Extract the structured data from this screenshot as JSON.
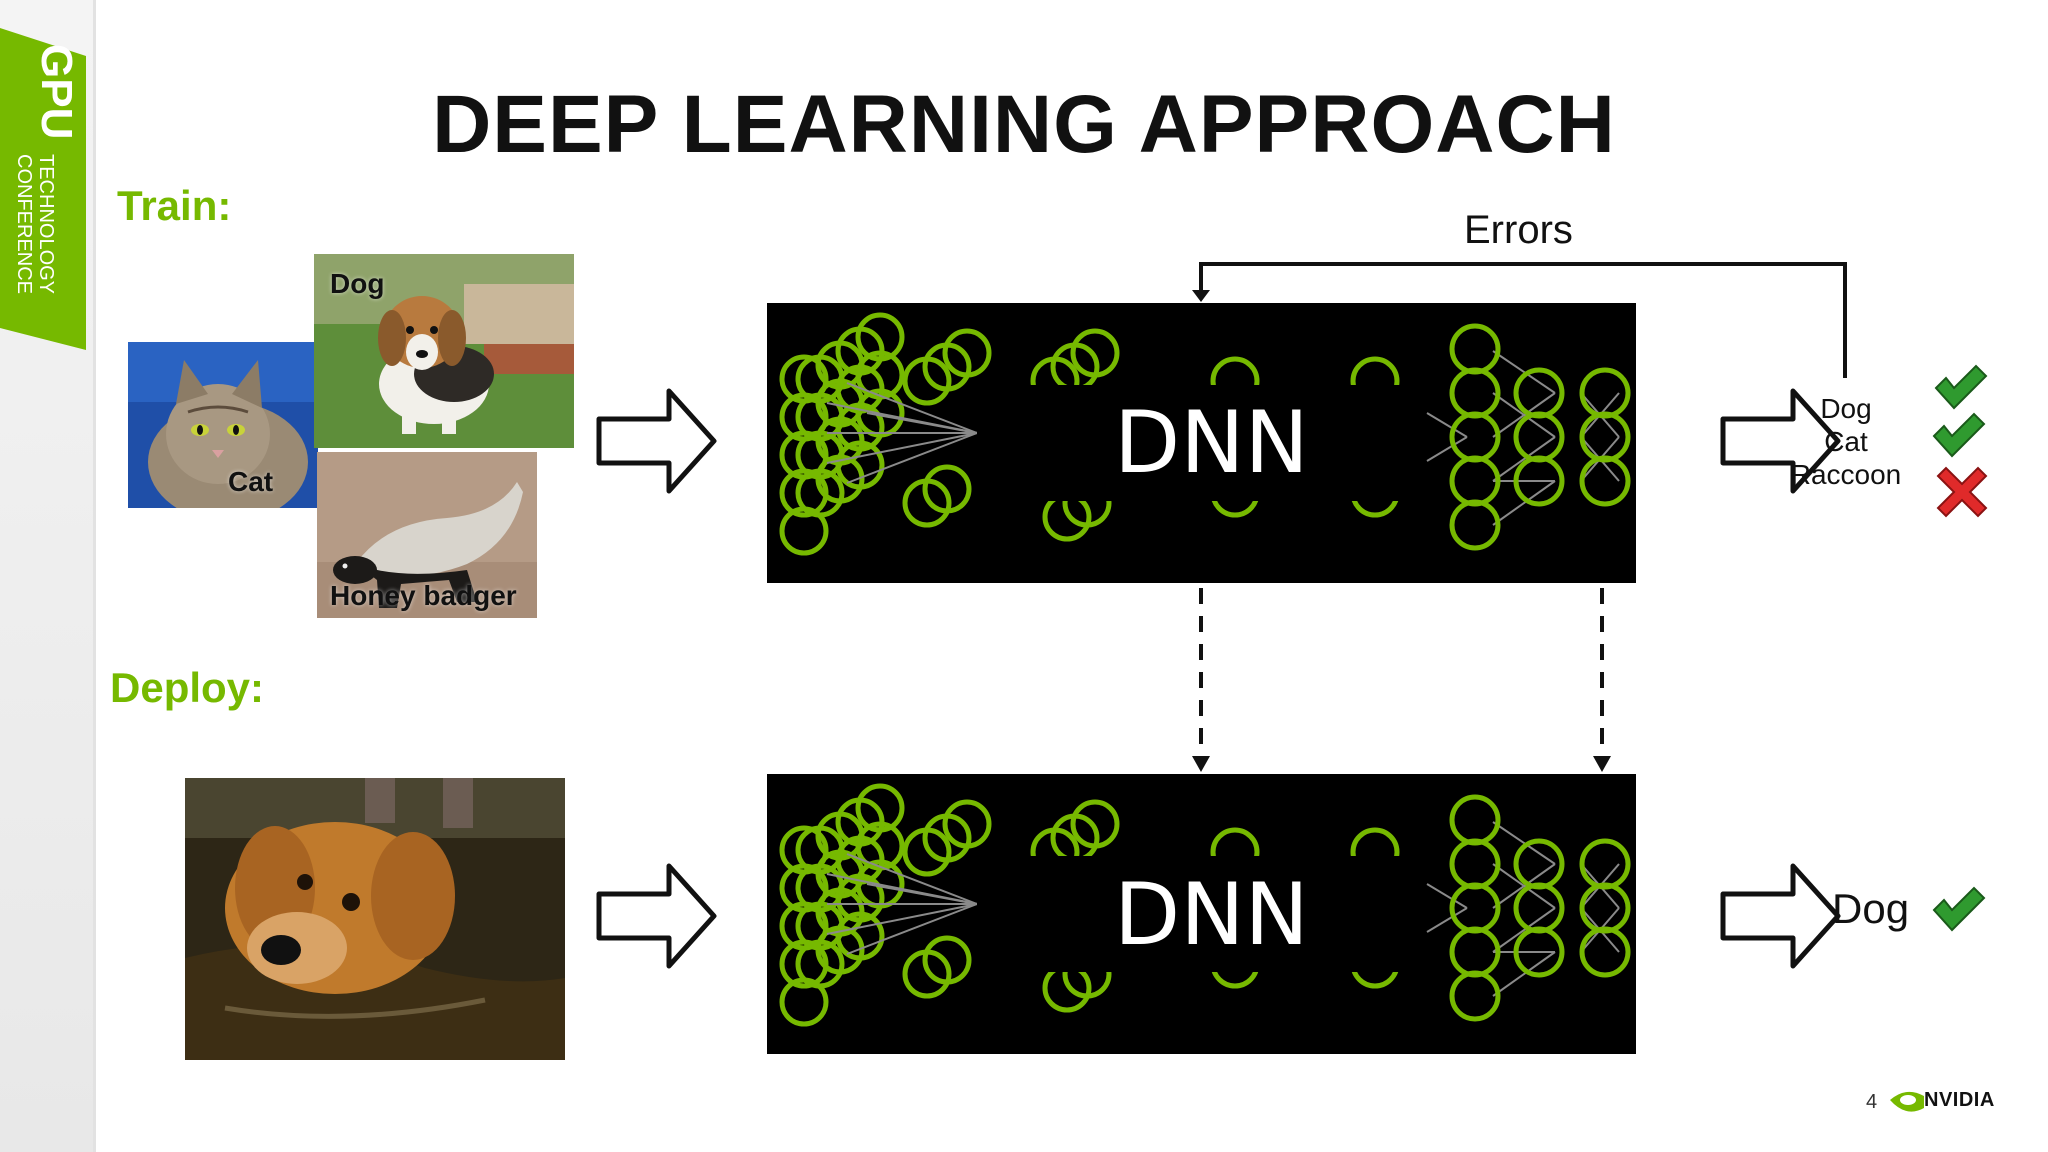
{
  "branding": {
    "event_line1": "GPU",
    "event_line2": "TECHNOLOGY",
    "event_line3": "CONFERENCE",
    "company": "NVIDIA",
    "accent_color": "#76b900"
  },
  "slide": {
    "title": "DEEP LEARNING APPROACH",
    "page_number": "4"
  },
  "train": {
    "label": "Train:",
    "images": [
      {
        "label": "Dog",
        "icon": "beagle-puppy-photo"
      },
      {
        "label": "Cat",
        "icon": "tabby-cat-photo"
      },
      {
        "label": "Honey badger",
        "icon": "honey-badger-photo"
      }
    ],
    "model_label": "DNN",
    "feedback_label": "Errors",
    "outputs": [
      {
        "label": "Dog",
        "result": "correct",
        "icon": "green-check-icon"
      },
      {
        "label": "Cat",
        "result": "correct",
        "icon": "green-check-icon"
      },
      {
        "label": "Raccoon",
        "result": "incorrect",
        "icon": "red-x-icon"
      }
    ]
  },
  "deploy": {
    "label": "Deploy:",
    "image": {
      "icon": "swimming-dog-photo"
    },
    "model_label": "DNN",
    "output": {
      "label": "Dog",
      "result": "correct",
      "icon": "green-check-icon"
    }
  }
}
